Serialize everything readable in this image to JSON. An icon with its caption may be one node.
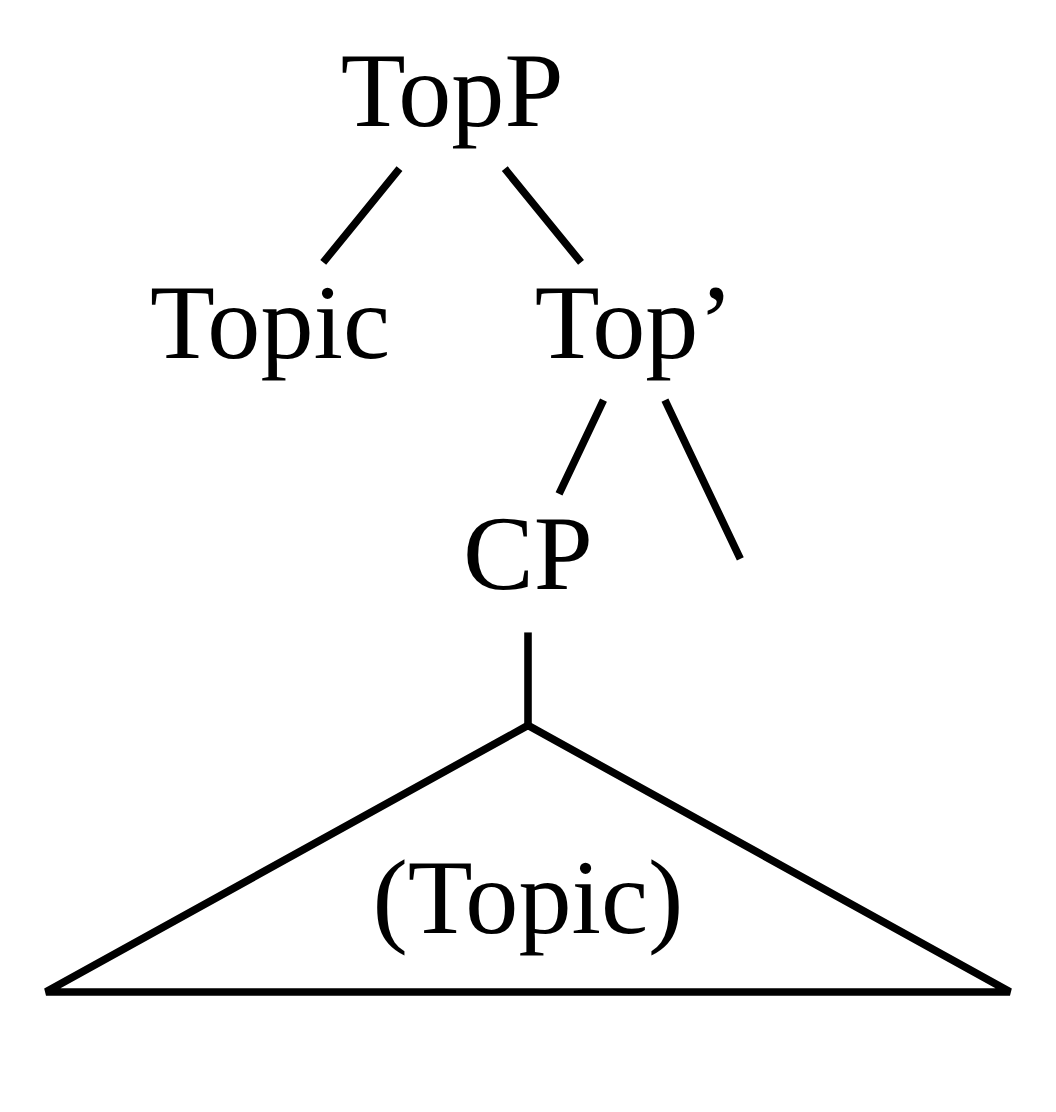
{
  "diagram": {
    "nodes": [
      {
        "text": [
          "TopP"
        ]
      },
      {
        "text": [
          "Topic"
        ]
      },
      {
        "text": [
          "Top’"
        ]
      },
      {
        "text": [
          "CP"
        ]
      },
      {
        "text": [
          "(Topic)"
        ]
      }
    ],
    "edges": [
      {
        "from": 0,
        "to": 1,
        "arrow": "none"
      },
      {
        "from": 0,
        "to": 2,
        "arrow": "none"
      },
      {
        "from": 2,
        "to": null,
        "arrow": "none"
      },
      {
        "from": 2,
        "to": 3,
        "arrow": "none"
      },
      {
        "from": 3,
        "to": 4,
        "arrow": "none"
      }
    ]
  }
}
